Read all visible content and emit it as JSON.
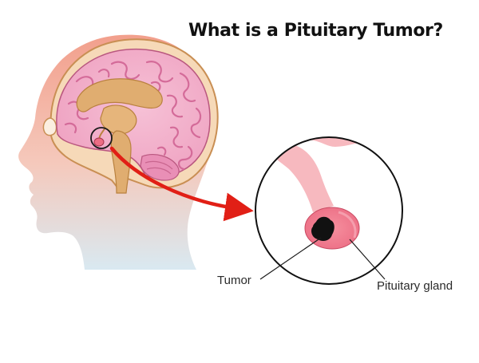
{
  "title": "What is a Pituitary Tumor?",
  "labels": {
    "tumor": "Tumor",
    "pituitary_gland": "Pituitary gland"
  },
  "colors": {
    "skin_top": "#f29f8c",
    "skin_bottom": "#d9e9f1",
    "brain_pink": "#efa3c2",
    "brain_fold": "#d46b99",
    "brain_tan": "#e0ad70",
    "zoom_pink": "#f7b9bf",
    "gland": "#ec6d84",
    "tumor": "#111111",
    "arrow": "#e11f16"
  }
}
